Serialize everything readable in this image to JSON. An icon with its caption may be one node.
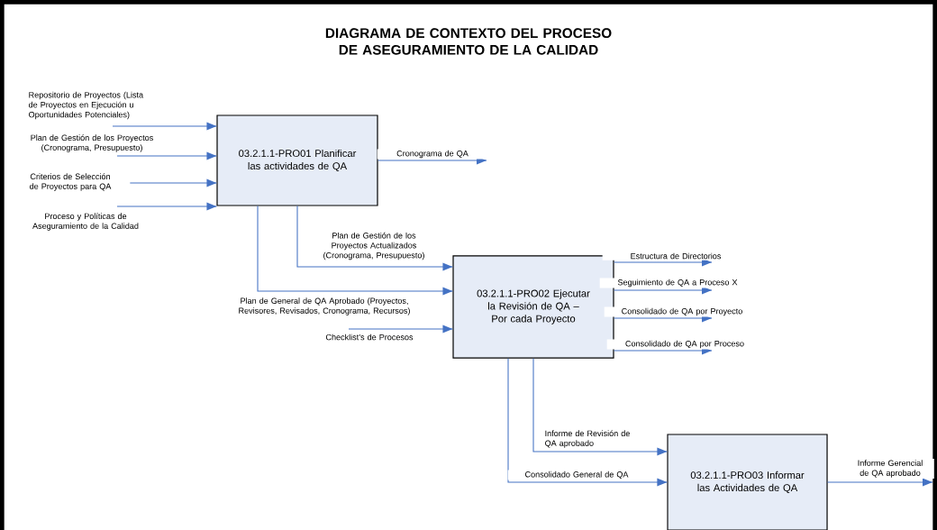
{
  "diagram": {
    "title": "DIAGRAMA DE CONTEXTO DEL PROCESO DE ASEGURAMIENTO DE LA CALIDAD",
    "nodes": [
      {
        "text": [
          "03.2.1.1-PRO01 Planificar las actividades de QA"
        ]
      },
      {
        "text": [
          "03.2.1.1-PRO02 Ejecutar la Revisión de QA – Por cada Proyecto"
        ]
      },
      {
        "text": [
          "03.2.1.1-PRO03 Informar las Actividades de QA"
        ]
      }
    ],
    "edges": [
      {
        "from": null,
        "to": 0,
        "arrow": "to",
        "label": "Repositorio de Proyectos (Lista de Proyectos en Ejecución u Oportunidades Potenciales)"
      },
      {
        "from": null,
        "to": 0,
        "arrow": "to",
        "label": "Plan de Gestión de los Proyectos (Cronograma, Presupuesto)"
      },
      {
        "from": null,
        "to": 0,
        "arrow": "to",
        "label": "Criterios de Selección de Proyectos para QA"
      },
      {
        "from": null,
        "to": 0,
        "arrow": "to",
        "label": "Proceso y Políticas de Aseguramiento de la Calidad"
      },
      {
        "from": 0,
        "to": null,
        "arrow": "to",
        "label": "Cronograma de QA"
      },
      {
        "from": 0,
        "to": 1,
        "arrow": "to",
        "label": "Plan de Gestión de los Proyectos Actualizados (Cronograma, Presupuesto)"
      },
      {
        "from": 0,
        "to": 1,
        "arrow": "to",
        "label": "Plan de General de QA Aprobado (Proyectos, Revisores, Revisados, Cronograma, Recursos)"
      },
      {
        "from": null,
        "to": 1,
        "arrow": "to",
        "label": "Checklist’s de Procesos"
      },
      {
        "from": 1,
        "to": null,
        "arrow": "to",
        "label": "Estructura de Directorios"
      },
      {
        "from": 1,
        "to": null,
        "arrow": "to",
        "label": "Seguimiento de QA a Proceso X"
      },
      {
        "from": 1,
        "to": null,
        "arrow": "to",
        "label": "Consolidado de QA por Proyecto"
      },
      {
        "from": 1,
        "to": null,
        "arrow": "to",
        "label": "Consolidado de QA por Proceso"
      },
      {
        "from": 1,
        "to": 2,
        "arrow": "to",
        "label": "Informe de Revisión de QA aprobado"
      },
      {
        "from": 1,
        "to": 2,
        "arrow": "to",
        "label": "Consolidado General de QA"
      },
      {
        "from": 2,
        "to": null,
        "arrow": "to",
        "label": "Informe Gerencial de QA aprobado"
      }
    ]
  }
}
